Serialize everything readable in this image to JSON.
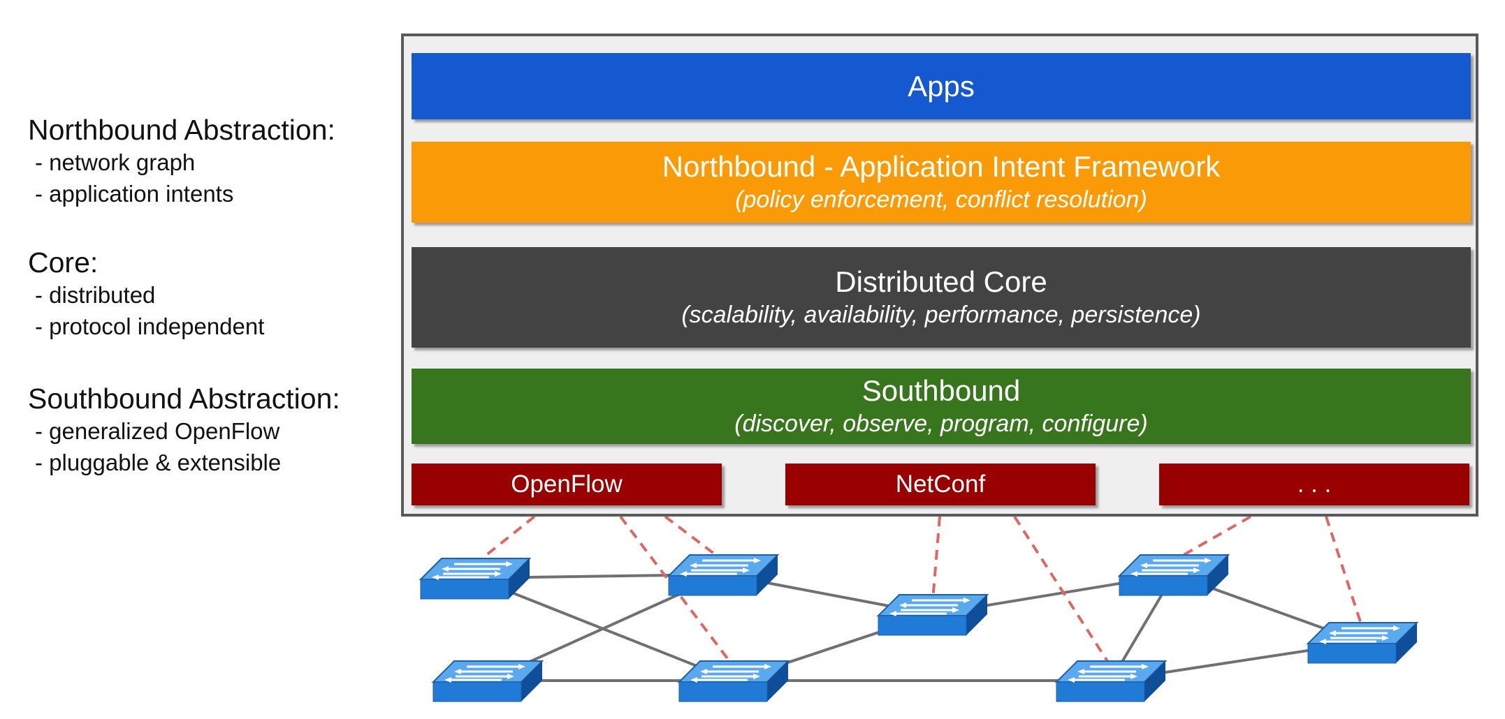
{
  "annotations": [
    {
      "heading": "Northbound Abstraction:",
      "items": [
        "- network graph",
        "- application intents"
      ]
    },
    {
      "heading": "Core:",
      "items": [
        "- distributed",
        "- protocol independent"
      ]
    },
    {
      "heading": "Southbound Abstraction:",
      "items": [
        "- generalized OpenFlow",
        "- pluggable & extensible"
      ]
    }
  ],
  "layers": {
    "apps": {
      "title": "Apps"
    },
    "northbound": {
      "title": "Northbound - Application Intent Framework",
      "subtitle": "(policy enforcement, conflict resolution)"
    },
    "core": {
      "title": "Distributed Core",
      "subtitle": "(scalability, availability, performance, persistence)"
    },
    "southbound": {
      "title": "Southbound",
      "subtitle": "(discover, observe, program, configure)"
    }
  },
  "protocols": [
    "OpenFlow",
    "NetConf",
    ". . ."
  ],
  "colors": {
    "apps": "#1459cf",
    "northbound": "#f99a06",
    "core": "#434343",
    "southbound": "#38761d",
    "protocol": "#990000",
    "switch": "#1f7bd6",
    "link": "#707070",
    "control_link": "#e06666"
  },
  "switch_icon": "network-switch-icon"
}
